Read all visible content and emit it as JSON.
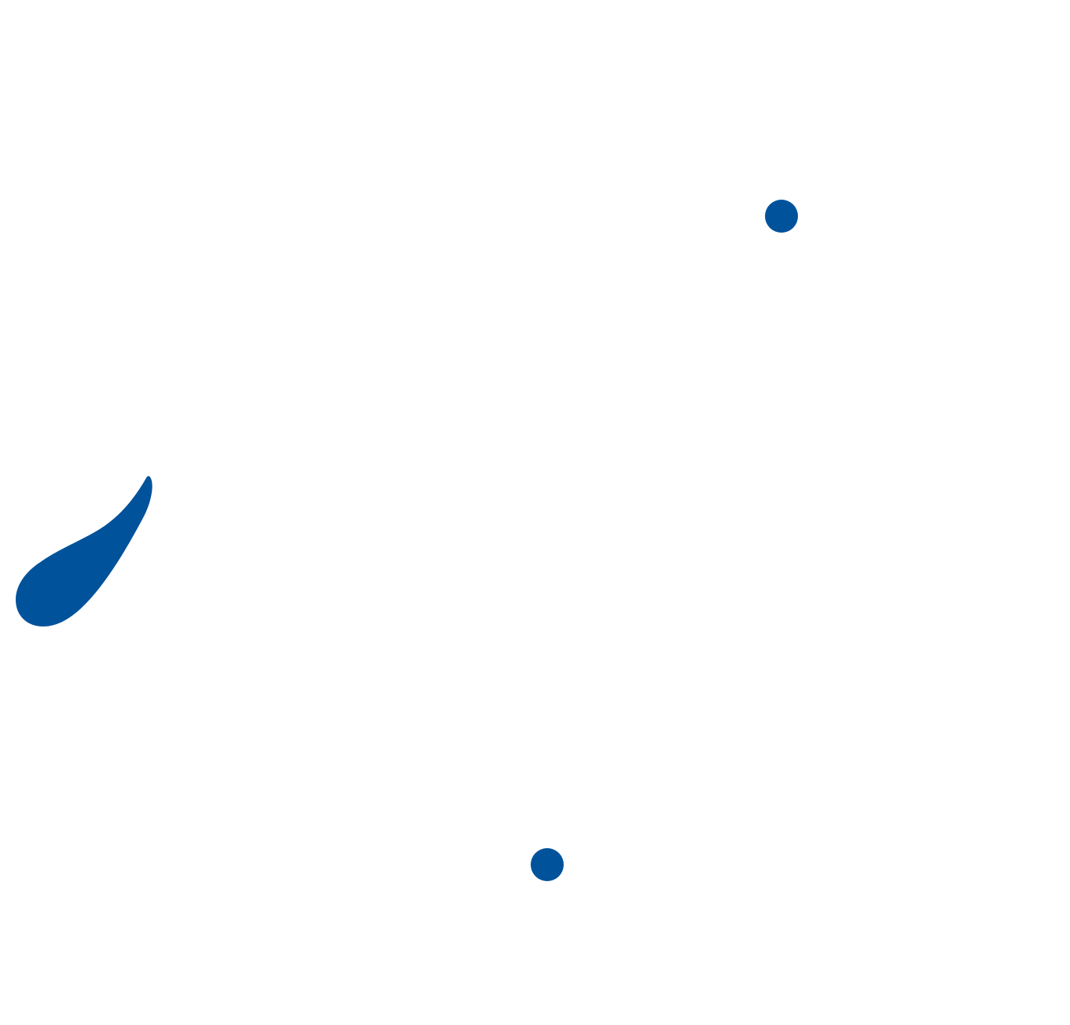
{
  "canvas": {
    "background": "#ffffff",
    "shape_color": "#00529b"
  },
  "shapes": [
    {
      "name": "teardrop-shape",
      "kind": "teardrop"
    },
    {
      "name": "dot-upper-right",
      "kind": "circle"
    },
    {
      "name": "dot-bottom-center",
      "kind": "circle"
    }
  ]
}
